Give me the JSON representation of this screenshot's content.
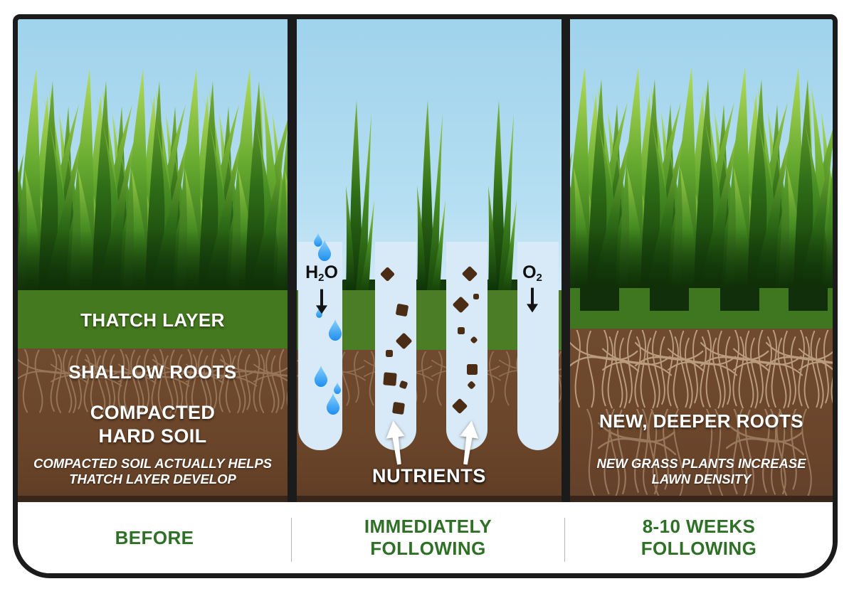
{
  "palette": {
    "frame_black": "#1b1b1b",
    "sky_top": "#9fd3ec",
    "sky_bottom": "#dcf0fa",
    "grass_light": "#a6d44a",
    "grass_dark": "#1e4a12",
    "thatch_green": "#45791f",
    "soil_brown": "#6f4a2e",
    "soil_dark_strip": "#38261a",
    "root_tan": "#c9ab8c",
    "hole_blue": "#d8eaf7",
    "water_blue": "#1d8ef0",
    "nutrient_brown": "#4a2d14",
    "footer_label_green": "#2e7026"
  },
  "panels": {
    "before": {
      "thatch_label": "THATCH LAYER",
      "shallow_label": "SHALLOW ROOTS",
      "compacted_line1": "COMPACTED",
      "compacted_line2": "HARD SOIL",
      "caption_line1": "COMPACTED SOIL ACTUALLY HELPS",
      "caption_line2": "THATCH LAYER DEVELOP"
    },
    "immediately_following": {
      "h2o_base": "H",
      "h2o_sub": "2",
      "h2o_tail": "O",
      "o2_base": "O",
      "o2_sub": "2",
      "nutrients_label": "NUTRIENTS"
    },
    "weeks_following": {
      "roots_label": "NEW, DEEPER ROOTS",
      "caption_line1": "NEW GRASS PLANTS INCREASE",
      "caption_line2": "LAWN DENSITY"
    }
  },
  "footer": {
    "before_label": "BEFORE",
    "immediately_line1": "IMMEDIATELY",
    "immediately_line2": "FOLLOWING",
    "weeks_line1": "8-10 WEEKS",
    "weeks_line2": "FOLLOWING"
  }
}
